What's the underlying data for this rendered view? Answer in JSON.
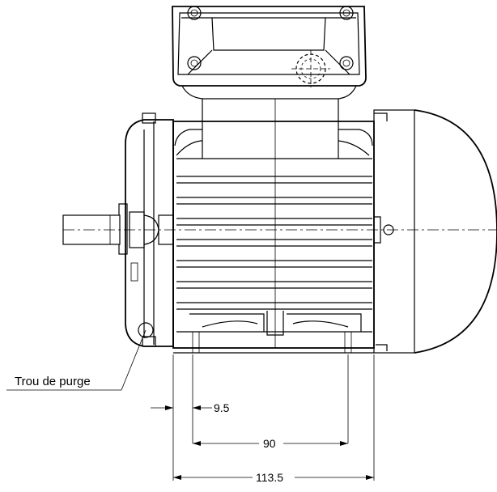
{
  "labels": {
    "drain_hole": "Trou de purge"
  },
  "dimensions": {
    "offset": "9.5",
    "foot_spacing": "90",
    "overall_width": "113.5"
  },
  "colors": {
    "line": "#000000",
    "background": "#ffffff"
  }
}
